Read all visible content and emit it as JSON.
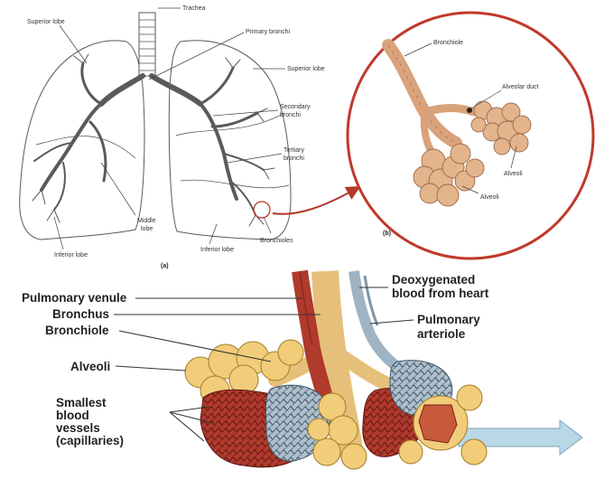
{
  "figure_a": {
    "tag": "(a)",
    "labels": {
      "trachea": "Trachea",
      "primary_bronchi": "Primary bronchi",
      "superior_lobe_left": "Superior lobe",
      "superior_lobe_right": "Superior lobe",
      "secondary_bronchi_1": "Secondary",
      "secondary_bronchi_2": "bronchi",
      "tertiary_bronchi_1": "Tertiary",
      "tertiary_bronchi_2": "bronchi",
      "bronchioles": "Bronchioles",
      "middle_lobe_1": "Middle",
      "middle_lobe_2": "lobe",
      "inferior_lobe_left": "Inferior lobe",
      "inferior_lobe_right": "Inferior lobe"
    }
  },
  "figure_b": {
    "tag": "(b)",
    "labels": {
      "bronchiole": "Bronchiole",
      "alveolar_duct": "Alveolar duct",
      "alveoli": "Alveoli",
      "alveolus": "Alveoli"
    }
  },
  "bottom_panel": {
    "labels": {
      "deoxygenated_1": "Deoxygenated",
      "deoxygenated_2": "blood from heart",
      "pulmonary_venule": "Pulmonary venule",
      "bronchus": "Bronchus",
      "bronchiole": "Bronchiole",
      "pulmonary_arteriole_1": "Pulmonary",
      "pulmonary_arteriole_2": "arteriole",
      "alveoli": "Alveoli",
      "capillaries_1": "Smallest",
      "capillaries_2": "blood",
      "capillaries_3": "vessels",
      "capillaries_4": "(capillaries)"
    }
  },
  "colors": {
    "alveoli": "#f1cd7a",
    "capillary_red": "#b03a2c",
    "capillary_blue": "#9fb3c3",
    "inset_circle": "#c0392b",
    "arrow": "#b9d7e6"
  }
}
